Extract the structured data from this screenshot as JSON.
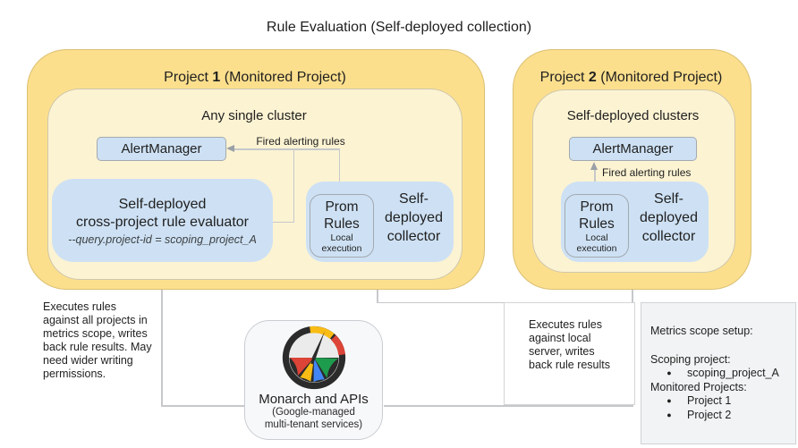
{
  "title": "Rule Evaluation (Self-deployed collection)",
  "colors": {
    "project_fill": "#FCDF8D",
    "cluster_fill": "#FCF3D3",
    "node_fill": "#CEE1F4",
    "panel_fill": "#F1F3F4",
    "connector": "#C6C8CA",
    "icon_red": "#DB4437",
    "icon_yellow": "#F9BC15",
    "icon_blue": "#4285F4",
    "icon_green": "#1E9C4D"
  },
  "project1": {
    "header_prefix": "Project ",
    "header_number": "1",
    "header_suffix": " (Monitored Project)",
    "cluster_label": "Any single cluster",
    "alertmanager_label": "AlertManager",
    "fired_label": "Fired alerting rules",
    "evaluator_line1": "Self-deployed",
    "evaluator_line2": "cross-project rule evaluator",
    "evaluator_flag": "--query.project-id = scoping_project_A",
    "prom_line1": "Prom",
    "prom_line2": "Rules",
    "prom_sub1": "Local",
    "prom_sub2": "execution",
    "collector_label": "Self-\ndeployed\ncollector"
  },
  "project2": {
    "header_prefix": "Project ",
    "header_number": "2",
    "header_suffix": " (Monitored Project)",
    "cluster_label": "Self-deployed clusters",
    "alertmanager_label": "AlertManager",
    "fired_label": "Fired alerting rules",
    "prom_line1": "Prom",
    "prom_line2": "Rules",
    "prom_sub1": "Local",
    "prom_sub2": "execution",
    "collector_label": "Self-\ndeployed\ncollector"
  },
  "monarch": {
    "title": "Monarch and APIs",
    "subtitle": "(Google-managed\nmulti-tenant services)",
    "icon": "gauge-icon"
  },
  "notes": {
    "left_note": "Executes rules\nagainst all projects in\nmetrics scope, writes\nback rule results. May\nneed wider writing\npermissions.",
    "local_note": "Executes rules\nagainst local\nserver, writes\nback rule results"
  },
  "metrics_panel": {
    "title": "Metrics scope setup:",
    "scoping_label": "Scoping project:",
    "scoping_items": [
      "scoping_project_A"
    ],
    "monitored_label": "Monitored Projects:",
    "monitored_items": [
      "Project 1",
      "Project 2"
    ]
  }
}
